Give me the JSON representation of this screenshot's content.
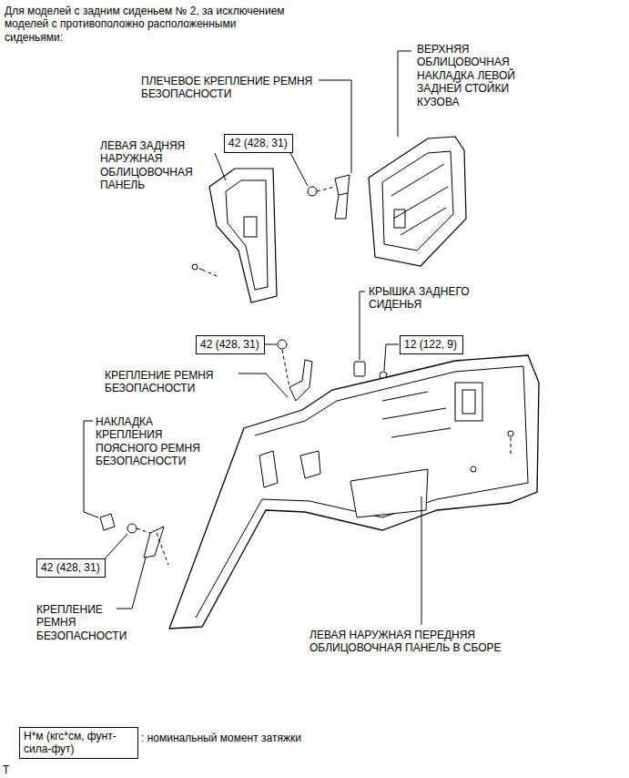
{
  "diagram": {
    "nodes": [
      {
        "text": [
          "42 (428, 31)"
        ]
      },
      {
        "text": [
          "42 (428, 31)"
        ]
      },
      {
        "text": [
          "12 (122, 9)"
        ]
      },
      {
        "text": [
          "42 (428, 31)"
        ]
      },
      {
        "text": [
          "Н*м (кгс*см, фунт-сила-фут)"
        ]
      }
    ],
    "labels": [
      "Для моделей с задним сиденьем № 2, за исключением моделей с противоположно расположенными сиденьями:",
      "ПЛЕЧЕВОЕ КРЕПЛЕНИЕ РЕМНЯ БЕЗОПАСНОСТИ",
      "ВЕРХНЯЯ ОБЛИЦОВОЧНАЯ НАКЛАДКА ЛЕВОЙ ЗАДНЕЙ СТОЙКИ КУЗОВА",
      "ЛЕВАЯ ЗАДНЯЯ НАРУЖНАЯ ОБЛИЦОВОЧНАЯ ПАНЕЛЬ",
      "КРЫШКА ЗАДНЕГО СИДЕНЬЯ",
      "КРЕПЛЕНИЕ РЕМНЯ БЕЗОПАСНОСТИ",
      "НАКЛАДКА КРЕПЛЕНИЯ ПОЯСНОГО РЕМНЯ БЕЗОПАСНОСТИ",
      "КРЕПЛЕНИЕ РЕМНЯ БЕЗОПАСНОСТИ",
      "ЛЕВАЯ НАРУЖНАЯ ПЕРЕДНЯЯ ОБЛИЦОВОЧНАЯ ПАНЕЛЬ В СБОРЕ",
      ": номинальный момент затяжки",
      "T"
    ]
  }
}
